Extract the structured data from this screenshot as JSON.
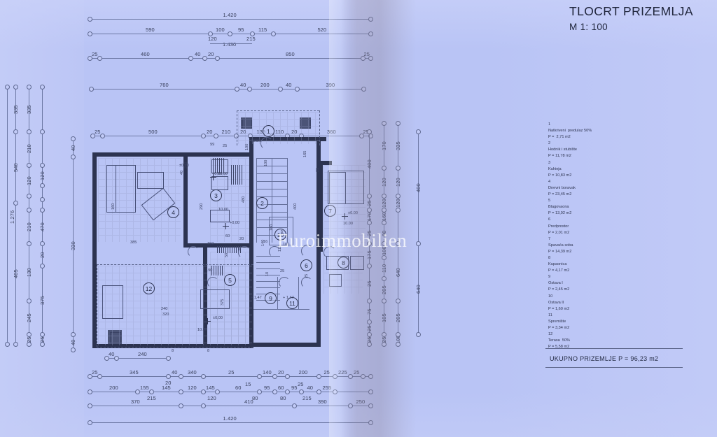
{
  "header": {
    "title": "TLOCRT PRIZEMLJA",
    "scale": "M 1: 100"
  },
  "watermark": "Euroimmobilien",
  "legend": {
    "entries": [
      {
        "no": "1",
        "name": "Natkriveni  predulaz 50%",
        "area": "P =  2,71 m2"
      },
      {
        "no": "2",
        "name": "Hodnik i stubište",
        "area": "P = 11,78 m2"
      },
      {
        "no": "3",
        "name": "Kuhinja",
        "area": "P = 10,83 m2"
      },
      {
        "no": "4",
        "name": "Dnevni boravak",
        "area": "P = 23,45 m2"
      },
      {
        "no": "5",
        "name": "Blagovaona",
        "area": "P = 13,92 m2"
      },
      {
        "no": "6",
        "name": "Predprostor",
        "area": "P = 2,01 m2"
      },
      {
        "no": "7",
        "name": "Spavaća soba",
        "area": "P = 14,39 m2"
      },
      {
        "no": "8",
        "name": "Kupaonica",
        "area": "P = 4,17 m2"
      },
      {
        "no": "9",
        "name": "Ostava I",
        "area": "P = 2,45 m2"
      },
      {
        "no": "10",
        "name": "Ostava II",
        "area": "P = 1,60 m2"
      },
      {
        "no": "11",
        "name": "Spremište",
        "area": "P = 3,34 m2"
      },
      {
        "no": "12",
        "name": "Terasa  50%",
        "area": "P = 5,58 m2"
      }
    ],
    "total": "UKUPNO  PRIZEMLJE  P = 96,23  m2"
  },
  "room_numbers": [
    "1",
    "2",
    "3",
    "4",
    "5",
    "6",
    "7",
    "8",
    "9",
    "10",
    "11",
    "12"
  ],
  "dimensions": {
    "top": {
      "row1": [
        "1.420"
      ],
      "row2": [
        "590",
        "100",
        "95",
        "115",
        "520"
      ],
      "row2b": [
        "120",
        "215"
      ],
      "row2c": [
        "1.430"
      ],
      "row3": [
        "25",
        "460",
        "40",
        "20",
        "850",
        "25"
      ],
      "row4": [
        "760",
        "40",
        "200",
        "40",
        "390"
      ],
      "row5": [
        "25",
        "500",
        "20",
        "210",
        "20",
        "139",
        "110",
        "20",
        "360",
        "25"
      ]
    },
    "left": {
      "overall": "1.276",
      "colA": [
        "335",
        "540",
        "405"
      ],
      "colB": [
        "335",
        "210",
        "120",
        "210",
        "130",
        "245",
        "25"
      ],
      "colC": [
        "25",
        "470",
        "120",
        "20",
        "20",
        "375",
        "25"
      ],
      "inner": [
        "40",
        "330",
        "40"
      ]
    },
    "right": {
      "colA": [
        "335",
        "400",
        "170",
        "25",
        "170",
        "25",
        "175",
        "25",
        "75",
        "25",
        "25"
      ],
      "colB": [
        "170",
        "120",
        "120",
        "160",
        "80",
        "100",
        "110",
        "205",
        "105",
        "25",
        "10"
      ],
      "colC": [
        "640",
        "205",
        "100",
        "120"
      ]
    },
    "bottom": {
      "row1": [
        "40",
        "240"
      ],
      "row2": [
        "25",
        "345",
        "40",
        "340",
        "25",
        "140",
        "20",
        "200",
        "25",
        "225",
        "25"
      ],
      "row2b": [
        "20",
        "15",
        "25"
      ],
      "row3": [
        "200",
        "155",
        "145",
        "120",
        "145",
        "60",
        "95",
        "60",
        "95",
        "40",
        "255"
      ],
      "row3b": [
        "215",
        "120",
        "80",
        "80",
        "215"
      ],
      "row4": [
        "370",
        "410",
        "390",
        "250"
      ],
      "row5": [
        "1.420"
      ]
    },
    "interior": [
      "+0,00",
      "+1,47",
      "290",
      "480",
      "385",
      "150",
      "140",
      "115",
      "20",
      "60",
      "25",
      "100",
      "165",
      "400",
      "240",
      "320",
      "10",
      "16",
      "5"
    ]
  },
  "colors": {
    "paper": "#b9c4f5",
    "ink": "#2c3350",
    "dim_line": "#6d78a4",
    "title_ink": "#20263c"
  }
}
